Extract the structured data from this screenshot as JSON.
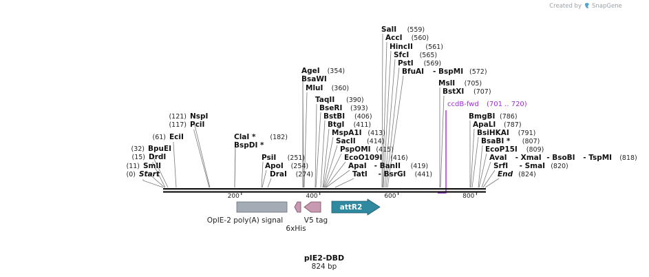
{
  "credit": {
    "prefix": "Created by",
    "brand": "SnapGene"
  },
  "plasmid": {
    "name": "pIE2-DBD",
    "length_label": "824 bp"
  },
  "colors": {
    "backbone": "#111111",
    "polyA": "#a4abb5",
    "his": "#c89ab2",
    "v5": "#c89ab2",
    "attR2": "#2f8aa0",
    "primer": "#9b2fd1"
  },
  "ruler": {
    "ticks": [
      200,
      400,
      600,
      800
    ]
  },
  "primer": {
    "label": "ccdB-fwd",
    "range": "(701 .. 720)"
  },
  "features": [
    {
      "label": "OpIE-2 poly(A) signal",
      "inner": ""
    },
    {
      "label": "6xHis",
      "inner": ""
    },
    {
      "label": "V5 tag",
      "inner": ""
    },
    {
      "label": "",
      "inner": "attR2"
    }
  ],
  "sites": [
    {
      "name": "Start",
      "pos": "(0)",
      "italic": true
    },
    {
      "name": "SmlI",
      "pos": "(11)"
    },
    {
      "name": "DrdI",
      "pos": "(15)"
    },
    {
      "name": "BpuEI",
      "pos": "(32)"
    },
    {
      "name": "EciI",
      "pos": "(61)"
    },
    {
      "name": "PciI",
      "pos": "(117)"
    },
    {
      "name": "NspI",
      "pos": "(121)"
    },
    {
      "name": "BspDI *",
      "pos": ""
    },
    {
      "name": "ClaI *",
      "pos": "(182)"
    },
    {
      "name": "PsiI",
      "pos": "(251)"
    },
    {
      "name": "ApoI",
      "pos": "(254)"
    },
    {
      "name": "DraI",
      "pos": "(274)"
    },
    {
      "name": "AgeI",
      "pos": "(354)"
    },
    {
      "name": "BsaWI",
      "pos": ""
    },
    {
      "name": "MluI",
      "pos": "(360)"
    },
    {
      "name": "TaqII",
      "pos": "(390)"
    },
    {
      "name": "BseRI",
      "pos": "(393)"
    },
    {
      "name": "BstBI",
      "pos": "(406)"
    },
    {
      "name": "BtgI",
      "pos": "(411)"
    },
    {
      "name": "MspA1I",
      "pos": "(413)"
    },
    {
      "name": "SacII",
      "pos": "(414)"
    },
    {
      "name": "PspOMI",
      "pos": "(415)"
    },
    {
      "name": "EcoO109I",
      "pos": "(416)"
    },
    {
      "name": "ApaI",
      "name2": "BanII",
      "pos": "(419)"
    },
    {
      "name": "TatI",
      "name2": "BsrGI",
      "pos": "(441)"
    },
    {
      "name": "SalI",
      "pos": "(559)"
    },
    {
      "name": "AccI",
      "pos": "(560)"
    },
    {
      "name": "HincII",
      "pos": "(561)"
    },
    {
      "name": "SfcI",
      "pos": "(565)"
    },
    {
      "name": "PstI",
      "pos": "(569)"
    },
    {
      "name": "BfuAI",
      "name2": "BspMI",
      "pos": "(572)"
    },
    {
      "name": "MslI",
      "pos": "(705)"
    },
    {
      "name": "BstXI",
      "pos": "(707)"
    },
    {
      "name": "BmgBI",
      "pos": "(786)"
    },
    {
      "name": "ApaLI",
      "pos": "(787)"
    },
    {
      "name": "BsiHKAI",
      "pos": "(791)"
    },
    {
      "name": "BsaBI *",
      "pos": "(807)"
    },
    {
      "name": "EcoP15I",
      "pos": "(809)"
    },
    {
      "name": "AvaI",
      "name2": "XmaI",
      "name3": "BsoBI",
      "name4": "TspMI",
      "pos": "(818)"
    },
    {
      "name": "SrfI",
      "name2": "SmaI",
      "pos": "(820)"
    },
    {
      "name": "End",
      "pos": "(824)",
      "italic": true
    }
  ]
}
